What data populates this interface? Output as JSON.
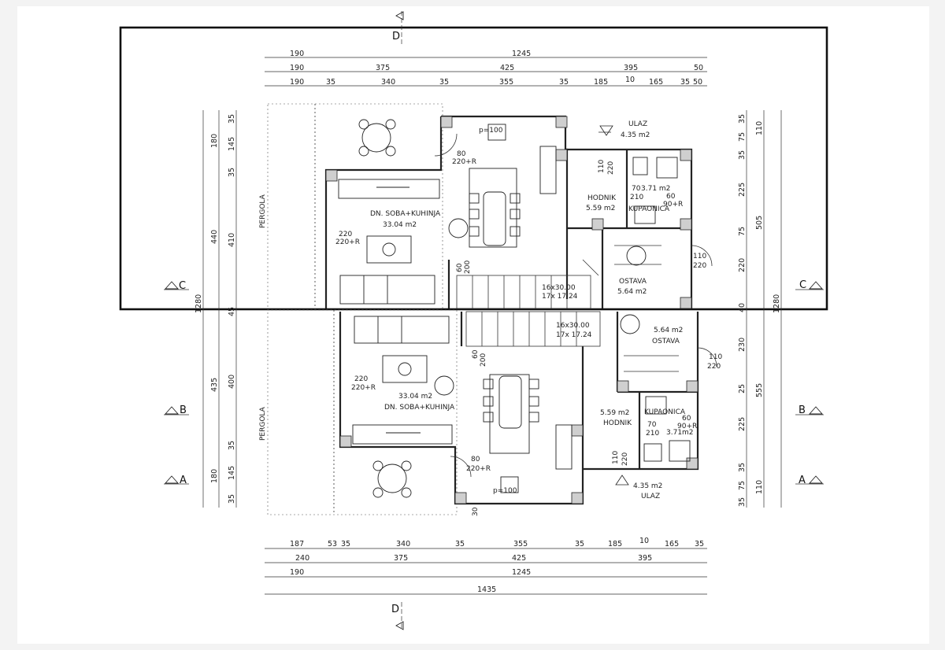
{
  "section_marks": {
    "top": "D",
    "bottom": "D",
    "left_c": "C",
    "right_c": "C",
    "left_b": "B",
    "right_b": "B",
    "left_a": "A",
    "right_a": "A"
  },
  "labels": {
    "pergola_top": "PERGOLA",
    "pergola_bottom": "PERGOLA"
  },
  "rooms_top": {
    "living_name": "DN. SOBA+KUHINJA",
    "living_area": "33.04 m2",
    "hall_name": "HODNIK",
    "hall_area": "5.59 m2",
    "entry_name": "ULAZ",
    "entry_area": "4.35 m2",
    "bath_name": "KUPAONICA",
    "bath_area": "3.71 m2",
    "storage_name": "OSTAVA",
    "storage_area": "5.64 m2",
    "stairs_1": "16x30.00",
    "stairs_2": "17x 17.24"
  },
  "rooms_bottom": {
    "living_name": "DN. SOBA+KUHINJA",
    "living_area": "33.04 m2",
    "hall_name": "HODNIK",
    "hall_area": "5.59 m2",
    "entry_name": "ULAZ",
    "entry_area": "4.35 m2",
    "bath_name": "KUPAONICA",
    "bath_area": "3.71m2",
    "storage_name": "OSTAVA",
    "storage_area": "5.64 m2",
    "stairs_1": "16x30.00",
    "stairs_2": "17x 17.24"
  },
  "openings": {
    "top_door_1": "80",
    "top_door_1b": "220+R",
    "top_win_living": "220",
    "top_win_living_b": "220+R",
    "top_door_hall": "110",
    "top_door_hall_b": "220",
    "top_bath_70": "70",
    "top_bath_210": "210",
    "top_bath_60": "60",
    "top_bath_90": "90+R",
    "top_stor_110": "110",
    "top_stor_220": "220",
    "top_stair_60": "60",
    "top_stair_200": "200",
    "top_p100": "p=100",
    "bot_door_1": "80",
    "bot_door_1b": "220+R",
    "bot_win_living": "220",
    "bot_win_living_b": "220+R",
    "bot_door_hall": "110",
    "bot_door_hall_b": "220",
    "bot_bath_70": "70",
    "bot_bath_210": "210",
    "bot_bath_60": "60",
    "bot_bath_90": "90+R",
    "bot_stor_110": "110",
    "bot_stor_220": "220",
    "bot_stair_60": "60",
    "bot_stair_200": "200",
    "bot_p100": "p=100",
    "bot_30": "30"
  },
  "dims_top": {
    "row1": [
      "190",
      "1245"
    ],
    "row2": [
      "190",
      "375",
      "425",
      "395",
      "50"
    ],
    "row3": [
      "190",
      "35",
      "340",
      "35",
      "355",
      "35",
      "185",
      "10",
      "165",
      "35",
      "50"
    ]
  },
  "dims_bottom": {
    "row1": [
      "187",
      "53",
      "35",
      "340",
      "35",
      "355",
      "35",
      "185",
      "10",
      "165",
      "35"
    ],
    "row2": [
      "240",
      "375",
      "425",
      "395"
    ],
    "row3": [
      "190",
      "1245"
    ],
    "row4": [
      "1435"
    ]
  },
  "dims_left": {
    "outer": "1280",
    "mid_top": [
      "180",
      "440"
    ],
    "mid_bot": [
      "435",
      "180"
    ],
    "inner_top": [
      "35",
      "145",
      "35",
      "410",
      "45"
    ],
    "inner_bot": [
      "400",
      "35",
      "145",
      "35"
    ]
  },
  "dims_right": {
    "outer": "1280",
    "mid_top": [
      "110",
      "505"
    ],
    "mid_bot": [
      "555",
      "110"
    ],
    "inner_top": [
      "35",
      "75",
      "35",
      "225",
      "75",
      "220",
      "40"
    ],
    "inner_bot": [
      "230",
      "25",
      "225",
      "35",
      "75",
      "35"
    ]
  }
}
